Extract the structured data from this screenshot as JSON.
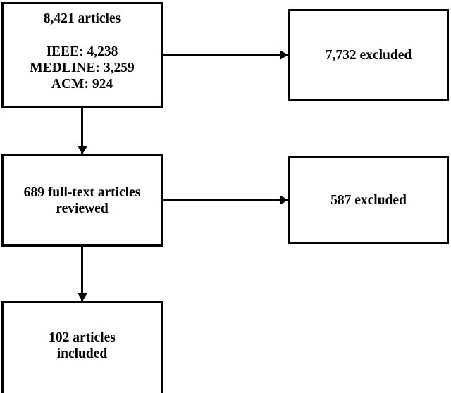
{
  "diagram": {
    "type": "prisma-flowchart",
    "orientation": "top-to-bottom",
    "colors": {
      "stroke": "#000000",
      "background": "#ffffff",
      "text": "#000000"
    },
    "boxes": {
      "identification": {
        "title": "8,421 articles",
        "sources": [
          "IEEE: 4,238",
          "MEDLINE: 3,259",
          "ACM: 924"
        ]
      },
      "excluded_screening": {
        "label": "7,732 excluded"
      },
      "fulltext": {
        "line1": "689 full-text articles",
        "line2": "reviewed"
      },
      "excluded_eligibility": {
        "label": "587 excluded"
      },
      "included": {
        "line1": "102 articles",
        "line2": "included"
      }
    },
    "connectors": [
      {
        "name": "screening-exclusion",
        "from": "identification",
        "to": "excluded_screening",
        "direction": "right"
      },
      {
        "name": "identification-to-fulltext",
        "from": "identification",
        "to": "fulltext",
        "direction": "down"
      },
      {
        "name": "eligibility-exclusion",
        "from": "fulltext",
        "to": "excluded_eligibility",
        "direction": "right"
      },
      {
        "name": "fulltext-to-included",
        "from": "fulltext",
        "to": "included",
        "direction": "down"
      }
    ]
  }
}
